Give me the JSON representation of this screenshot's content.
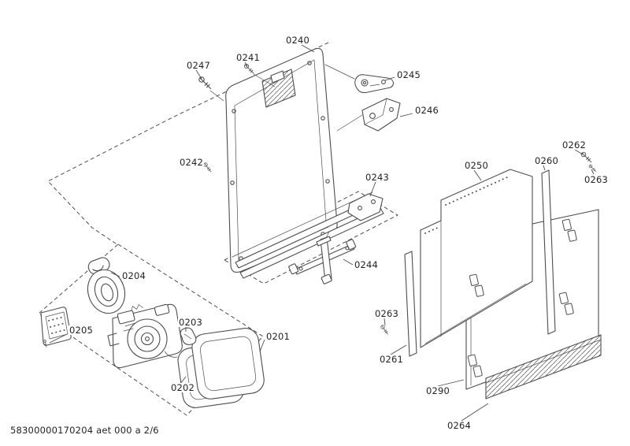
{
  "colors": {
    "background": "#ffffff",
    "line": "#4d4d4d",
    "text": "#222222"
  },
  "footer": {
    "code": "58300000170204 aet 000 a 2/6"
  },
  "diagram": {
    "type": "exploded-parts-diagram",
    "labels": {
      "p0201": "0201",
      "p0202": "0202",
      "p0203": "0203",
      "p0204": "0204",
      "p0205": "0205",
      "p0240": "0240",
      "p0241": "0241",
      "p0242": "0242",
      "p0243": "0243",
      "p0244": "0244",
      "p0245": "0245",
      "p0246": "0246",
      "p0247": "0247",
      "p0250": "0250",
      "p0260": "0260",
      "p0261": "0261",
      "p0262": "0262",
      "p0263_top_right": "0263",
      "p0263_center": "0263",
      "p0264": "0264",
      "p0290": "0290"
    }
  }
}
